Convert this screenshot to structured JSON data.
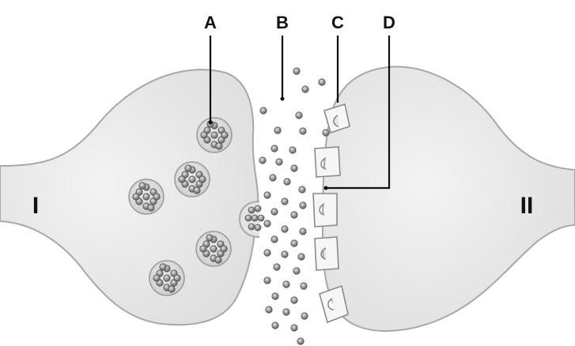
{
  "labels": {
    "a": "A",
    "b": "B",
    "c": "C",
    "d": "D",
    "presynaptic": "I",
    "postsynaptic": "II"
  },
  "colors": {
    "cell_fill": "#e9e9e9",
    "cell_stroke": "#a8a8a8",
    "vesicle_fill": "#dcdcdc",
    "molecule_fill": "#8a8a8a",
    "line": "#111111"
  }
}
